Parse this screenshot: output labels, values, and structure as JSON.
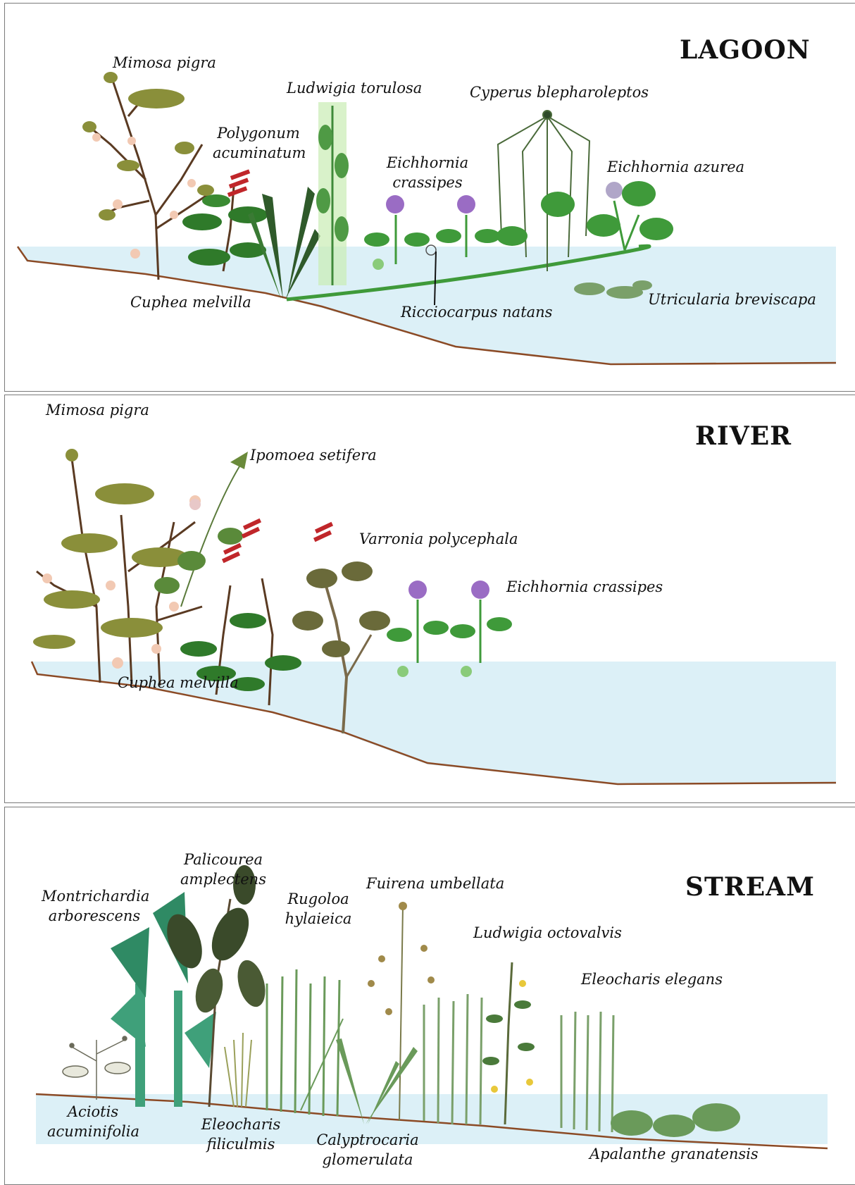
{
  "panels": {
    "lagoon": {
      "title": "LAGOON",
      "species": {
        "mimosa_pigra": "Mimosa pigra",
        "ludwigia_torulosa": "Ludwigia torulosa",
        "cyperus_blepharoleptos": "Cyperus blepharoleptos",
        "polygonum_acuminatum_1": "Polygonum",
        "polygonum_acuminatum_2": "acuminatum",
        "eichhornia_crassipes_1": "Eichhornia",
        "eichhornia_crassipes_2": "crassipes",
        "eichhornia_azurea": "Eichhornia azurea",
        "cuphea_melvilla": "Cuphea melvilla",
        "ricciocarpus_natans": "Ricciocarpus natans",
        "utricularia_breviscapa": "Utricularia breviscapa"
      }
    },
    "river": {
      "title": "RIVER",
      "species": {
        "mimosa_pigra": "Mimosa pigra",
        "ipomoea_setifera": "Ipomoea setifera",
        "varronia_polycephala": "Varronia polycephala",
        "eichhornia_crassipes": "Eichhornia crassipes",
        "cuphea_melvilla": "Cuphea melvilla"
      }
    },
    "stream": {
      "title": "STREAM",
      "species": {
        "palicourea_1": "Palicourea",
        "palicourea_2": "amplectens",
        "montrichardia_1": "Montrichardia",
        "montrichardia_2": "arborescens",
        "rugoloa_1": "Rugoloa",
        "rugoloa_2": "hylaieica",
        "fuirena_umbellata": "Fuirena umbellata",
        "ludwigia_octovalvis": "Ludwigia octovalvis",
        "eleocharis_elegans": "Eleocharis elegans",
        "aciotis_1": "Aciotis",
        "aciotis_2": "acuminifolia",
        "eleocharis_filiculmis_1": "Eleocharis",
        "eleocharis_filiculmis_2": "filiculmis",
        "calyptrocaria_1": "Calyptrocaria",
        "calyptrocaria_2": "glomerulata",
        "apalanthe_granatensis": "Apalanthe granatensis"
      }
    }
  },
  "colors": {
    "water": "#dcf0f7",
    "shore": "#8b4a25",
    "leaf": "#3f9a3a",
    "dark_leaf": "#2f5a2a",
    "flower_purple": "#9a6cc4",
    "flower_red": "#c0262a",
    "stem_brown": "#5a3a22"
  }
}
